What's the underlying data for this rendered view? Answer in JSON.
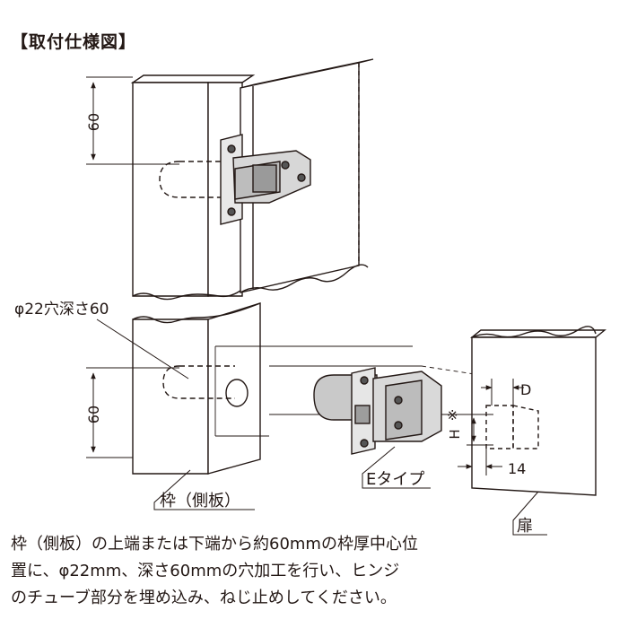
{
  "heading": "【取付仕様図】",
  "labels": {
    "dim_top": "60",
    "dim_bottom": "60",
    "hole_spec": "φ22穴深さ60",
    "dim_d": "D",
    "dim_h": "H",
    "note_mark": "※",
    "dim_14": "14",
    "type_label": "Eタイプ",
    "frame_label": "枠（側板）",
    "door_label": "扉"
  },
  "caption": {
    "line1": "枠（側板）の上端または下端から約60mmの枠厚中心位",
    "line2": "置に、φ22mm、深さ60mmの穴加工を行い、ヒンジ",
    "line3": "のチューブ部分を埋め込み、ねじ止めしてください。"
  }
}
